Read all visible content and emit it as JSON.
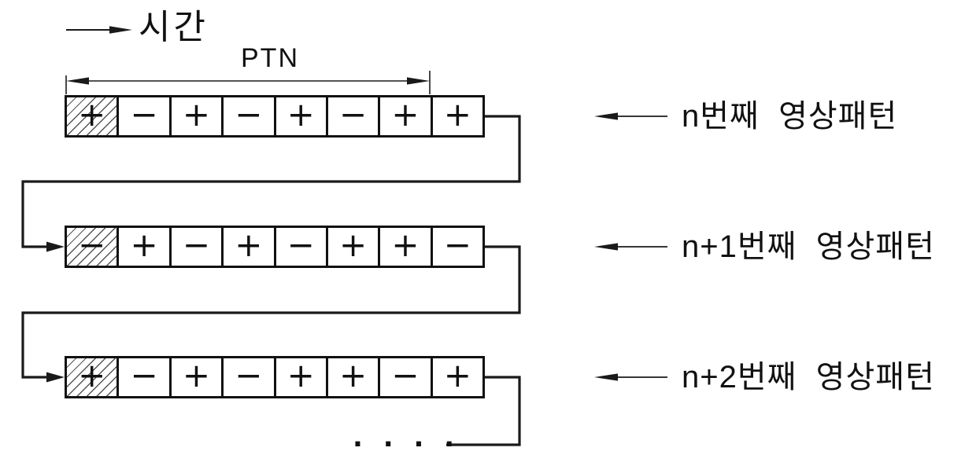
{
  "diagram": {
    "time_label": "시간",
    "span_label": "PTN",
    "ellipsis": ". . . .",
    "rows": [
      {
        "label": "n번째  영상패턴",
        "hatched_index": 0,
        "cells": [
          "+",
          "−",
          "+",
          "−",
          "+",
          "−",
          "+",
          "+"
        ]
      },
      {
        "label": "n+1번째  영상패턴",
        "hatched_index": 0,
        "cells": [
          "−",
          "+",
          "−",
          "+",
          "−",
          "+",
          "+",
          "−"
        ]
      },
      {
        "label": "n+2번째  영상패턴",
        "hatched_index": 0,
        "cells": [
          "+",
          "−",
          "+",
          "−",
          "+",
          "+",
          "−",
          "+"
        ]
      }
    ]
  }
}
